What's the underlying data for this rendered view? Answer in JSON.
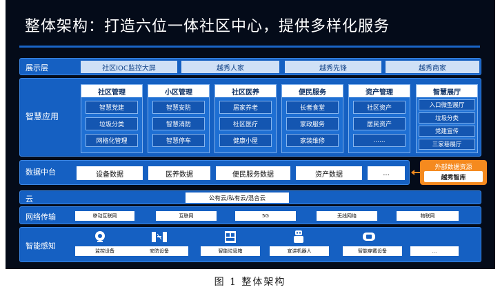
{
  "title": "整体架构：打造六位一体社区中心，提供多样化服务",
  "display_layer": {
    "label": "展示层",
    "items": [
      "社区IOC监控大屏",
      "越秀人家",
      "越秀先锋",
      "越秀商家"
    ]
  },
  "smart_apps": {
    "label": "智慧应用",
    "columns": [
      {
        "title": "社区管理",
        "items": [
          "智慧党建",
          "垃圾分类",
          "网格化管理"
        ]
      },
      {
        "title": "小区管理",
        "items": [
          "智慧安防",
          "智慧消防",
          "智慧停车"
        ]
      },
      {
        "title": "社区医养",
        "items": [
          "居家养老",
          "社区医疗",
          "健康小屋"
        ]
      },
      {
        "title": "便民服务",
        "items": [
          "长者食堂",
          "家政服务",
          "家装维修"
        ]
      },
      {
        "title": "资产管理",
        "items": [
          "社区资产",
          "居民资产",
          "......"
        ]
      },
      {
        "title": "智慧展厅",
        "items": [
          "入口微型展厅",
          "垃圾分类",
          "党建宣传",
          "三家巷展厅"
        ]
      }
    ]
  },
  "data_center": {
    "label": "数据中台",
    "items": [
      "设备数据",
      "医养数据",
      "便民服务数据",
      "资产数据",
      "..."
    ]
  },
  "external": {
    "title": "外部数据资源",
    "name": "越秀智库"
  },
  "cloud": {
    "label": "云",
    "item": "公有云/私有云/混合云"
  },
  "network": {
    "label": "网络传输",
    "items": [
      "移动互联网",
      "互联网",
      "5G",
      "无线网络",
      "物联网"
    ]
  },
  "sensing": {
    "label": "智能感知",
    "items": [
      "监控设备",
      "安防设备",
      "智能垃圾箱",
      "宣讲机器人",
      "智能穿戴设备",
      "..."
    ],
    "icons": [
      "camera-icon",
      "gate-icon",
      "trash-bin-icon",
      "robot-icon",
      "wearable-icon"
    ]
  },
  "caption": "图 1  整体架构",
  "colors": {
    "background": "#040b19",
    "band": "#1560c2",
    "accent": "#f58a1f",
    "cell": "#cfe0f6"
  }
}
